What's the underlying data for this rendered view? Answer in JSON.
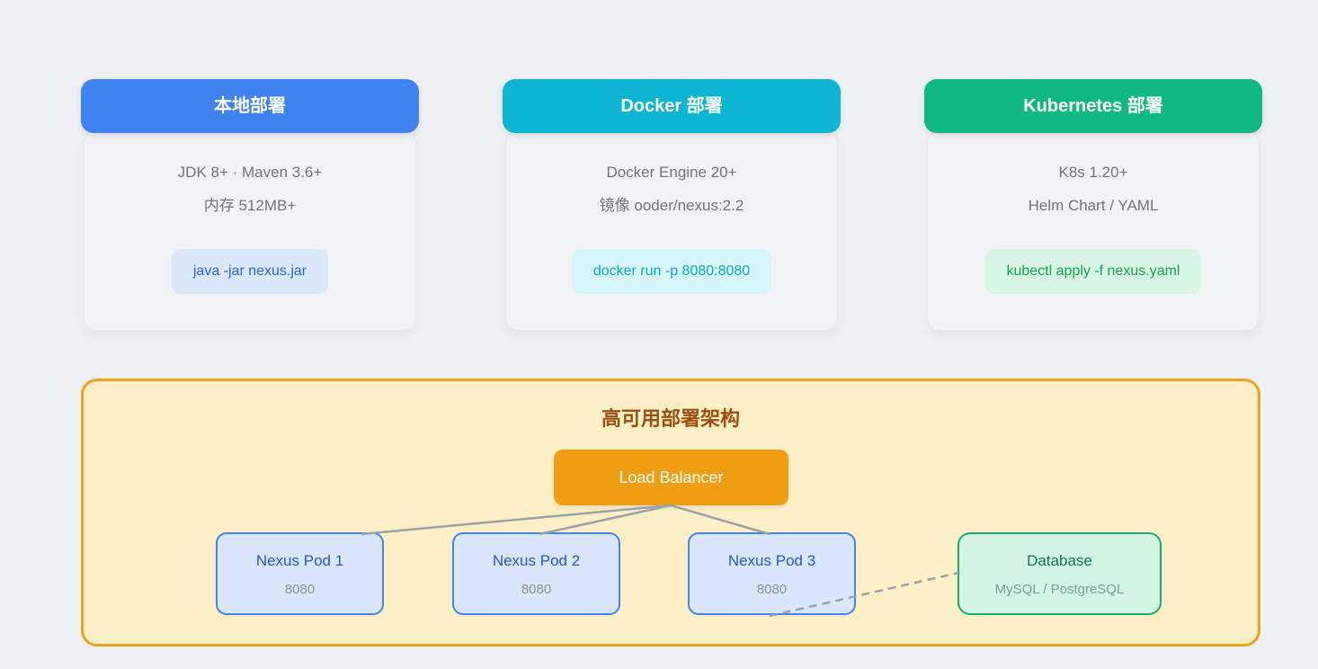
{
  "page": {
    "background": "#eff1f4"
  },
  "cards": [
    {
      "title": "本地部署",
      "header_color": "#4082f0",
      "lines": [
        "JDK 8+ · Maven 3.6+",
        "内存 512MB+"
      ],
      "command": "java -jar nexus.jar",
      "command_bg": "#dbe7fb",
      "command_color": "#2563eb"
    },
    {
      "title": "Docker 部署",
      "header_color": "#0cb5d1",
      "lines": [
        "Docker Engine 20+",
        "镜像 ooder/nexus:2.2"
      ],
      "command": "docker run -p 8080:8080",
      "command_bg": "#d6f6fa",
      "command_color": "#0ba7c4"
    },
    {
      "title": "Kubernetes 部署",
      "header_color": "#10b981",
      "lines": [
        "K8s 1.20+",
        "Helm Chart / YAML"
      ],
      "command": "kubectl apply -f nexus.yaml",
      "command_bg": "#d9f6e5",
      "command_color": "#16a34a"
    }
  ],
  "architecture": {
    "title": "高可用部署架构",
    "title_color": "#9c500f",
    "panel_bg": "#fdf0c6",
    "panel_border": "#efa120",
    "line_color": "#9aa2ab",
    "load_balancer": {
      "label": "Load Balancer",
      "bg": "#ef9e12"
    },
    "pods": [
      {
        "label": "Nexus Pod 1",
        "port": "8080",
        "title_color": "#2458c5",
        "port_color": "#8b9099"
      },
      {
        "label": "Nexus Pod 2",
        "port": "8080",
        "title_color": "#2458c5",
        "port_color": "#8b9099"
      },
      {
        "label": "Nexus Pod 3",
        "port": "8080",
        "title_color": "#2458c5",
        "port_color": "#8b9099"
      }
    ],
    "database": {
      "label": "Database",
      "sub": "MySQL / PostgreSQL",
      "title_color": "#0d7a4b",
      "sub_color": "#75a38c"
    }
  }
}
